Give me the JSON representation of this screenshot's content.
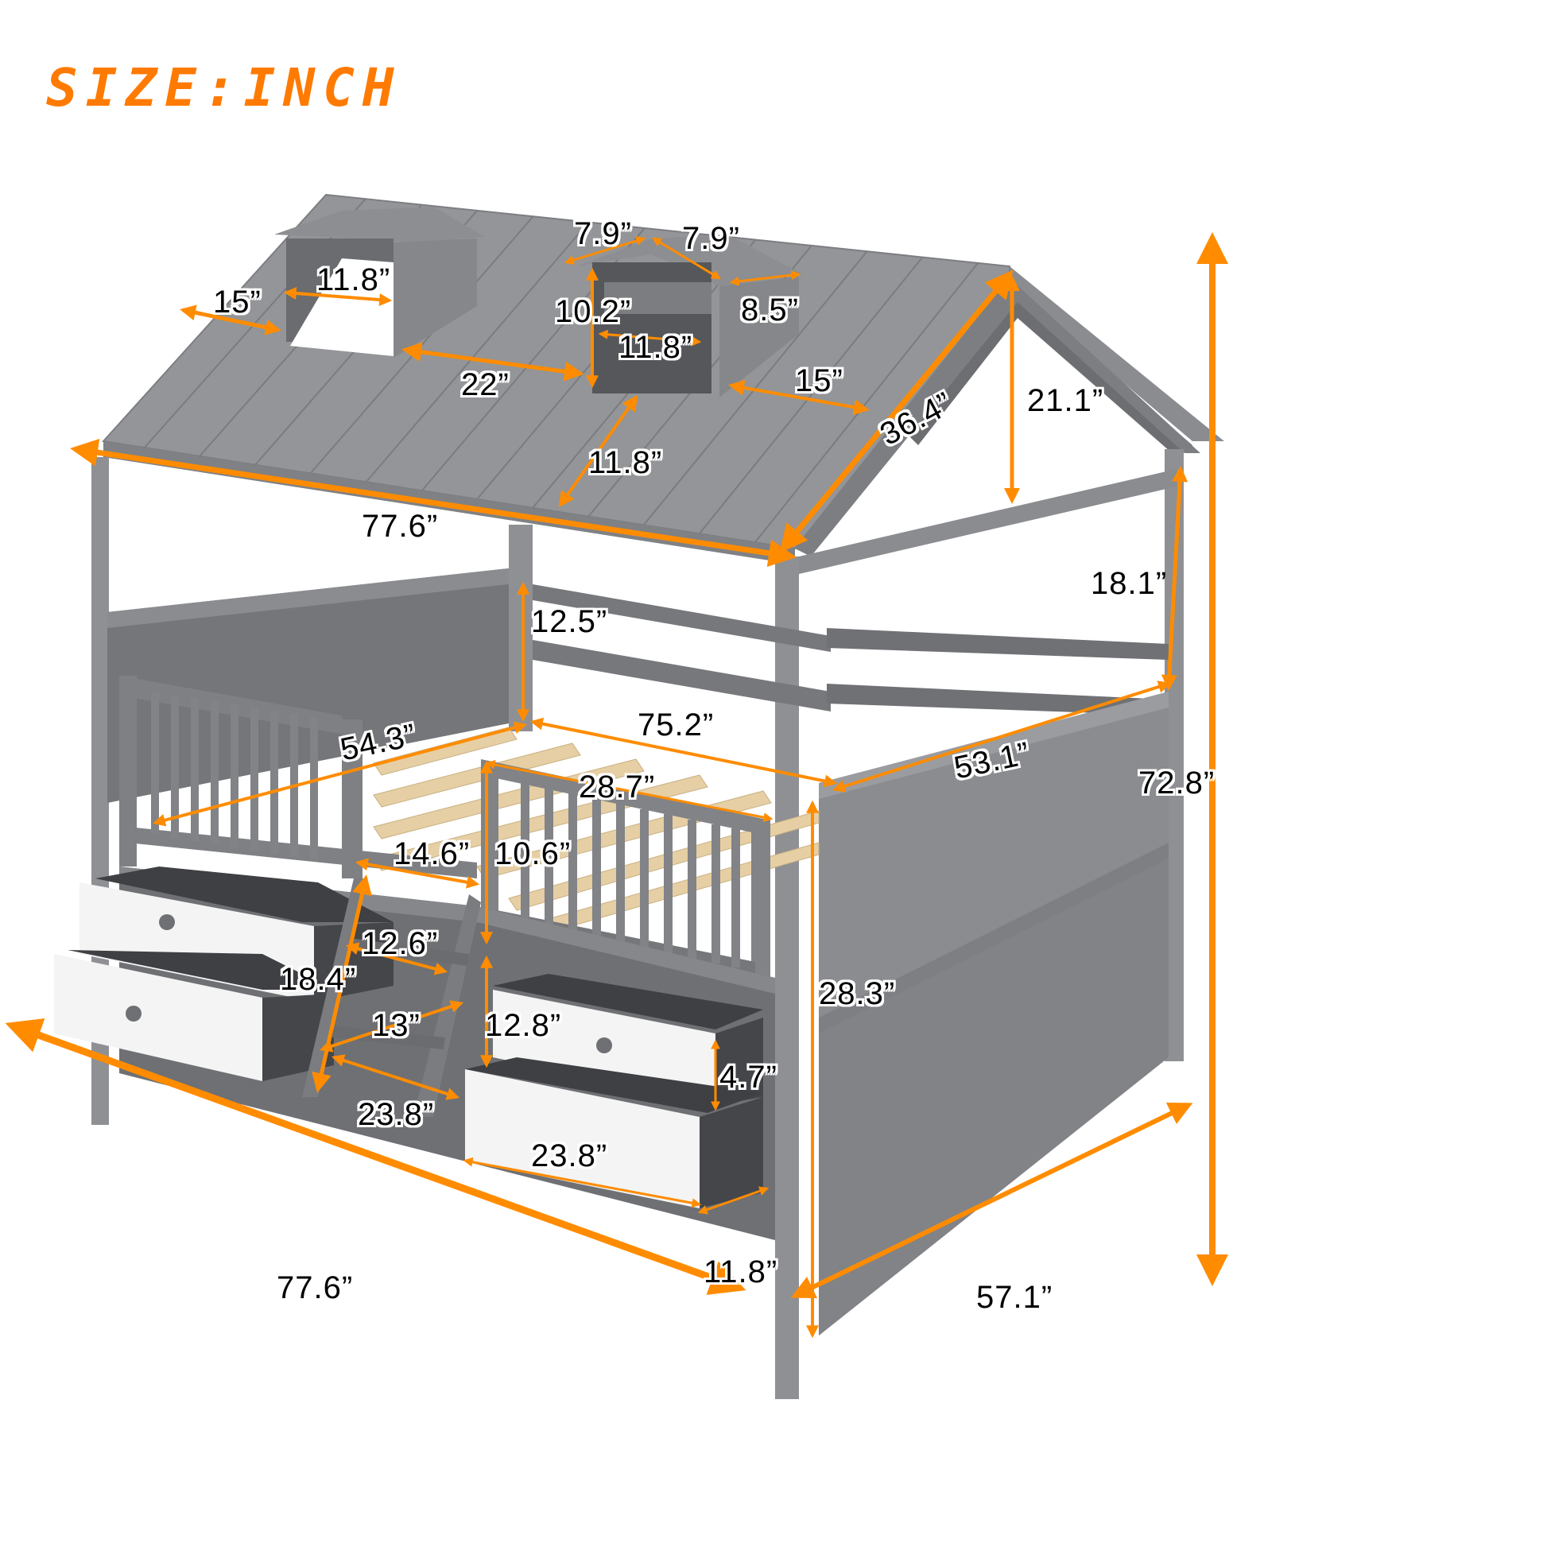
{
  "title": "SIZE:INCH",
  "colors": {
    "accent_orange": "#ff8c00",
    "title_orange": "#ff7a00",
    "frame_gray": "#8e9094",
    "frame_dark": "#6f7175",
    "roof_gray": "#939598",
    "slat_wood": "#e6cfa4",
    "drawer_white": "#f4f4f4",
    "drawer_inner": "#3e4043"
  },
  "product": {
    "description": "House-shaped full bed with roof dormers, guard rails, ladder and four storage drawers"
  },
  "dimensions": {
    "roof": {
      "dormer_left_width": "11.8”",
      "roof_edge_to_dormer": "15”",
      "between_dormers": "22”",
      "dormer_roof_left": "7.9”",
      "dormer_roof_right": "7.9”",
      "dormer_height": "10.2”",
      "dormer_right_width": "11.8”",
      "dormer_depth": "8.5”",
      "dormer_to_roof_edge": "15”",
      "dormer_offset_from_eave": "11.8”",
      "roof_slope_length": "36.4”",
      "roof_peak_height": "21.1”",
      "roof_eave_length": "77.6”"
    },
    "frame": {
      "post_height_above_rail": "18.1”",
      "headboard_height": "12.5”",
      "inner_width": "54.3”",
      "inner_length": "75.2”",
      "footboard_width": "53.1”",
      "overall_height": "72.8”",
      "front_rail_length": "28.7”",
      "ladder_opening": "14.6”",
      "front_rail_height": "10.6”",
      "bed_height": "28.3”"
    },
    "ladder": {
      "top_step_width": "12.6”",
      "ladder_length": "18.4”",
      "bottom_step_width": "13”",
      "drawer_space_height": "12.8”"
    },
    "drawers": {
      "drawer_width_left": "23.8”",
      "drawer_width_front": "23.8”",
      "drawer_height": "4.7”",
      "drawer_depth": "11.8”"
    },
    "overall": {
      "overall_length": "77.6”",
      "overall_width": "57.1”"
    }
  }
}
